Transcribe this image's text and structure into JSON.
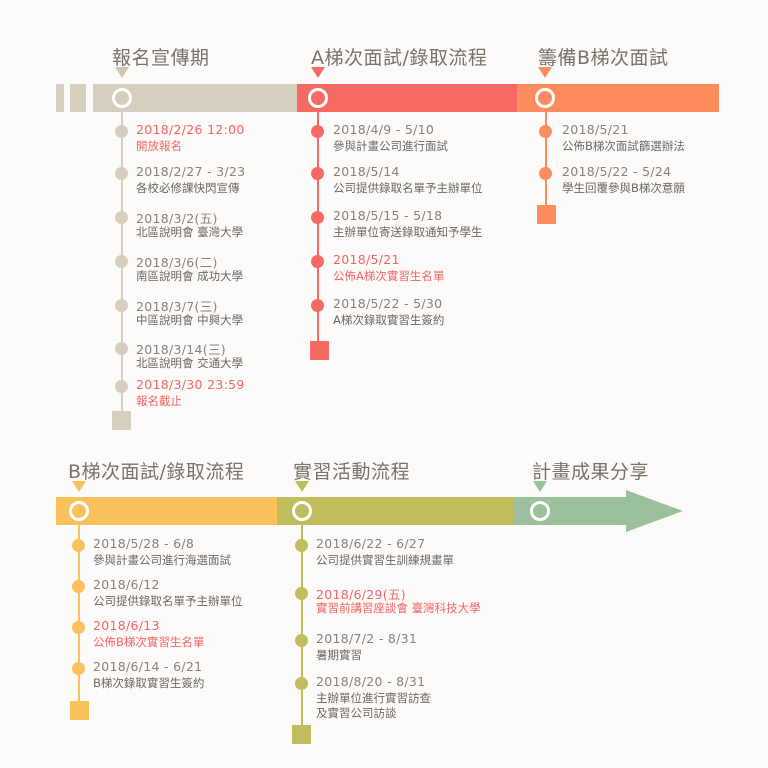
{
  "colors": {
    "tan": "#d6cfbe",
    "red": "#f76a64",
    "orange": "#fd8c5e",
    "yellow": "#fbc15d",
    "olive": "#c1bd5d",
    "green": "#9cbf9c",
    "highlight": "#f26462"
  },
  "phases": [
    {
      "title": "報名宣傳期",
      "color": "tan",
      "events": [
        {
          "date": "2018/2/26 12:00",
          "desc": "開放報名",
          "highlight": true
        },
        {
          "date": "2018/2/27 - 3/23",
          "desc": "各校必修課快閃宣傳",
          "highlight": false
        },
        {
          "date": "2018/3/2(五)",
          "desc": "北區說明會 臺灣大學",
          "highlight": false
        },
        {
          "date": "2018/3/6(二)",
          "desc": "南區說明會 成功大學",
          "highlight": false
        },
        {
          "date": "2018/3/7(三)",
          "desc": "中區說明會 中興大學",
          "highlight": false
        },
        {
          "date": "2018/3/14(三)",
          "desc": "北區說明會 交通大學",
          "highlight": false
        },
        {
          "date": "2018/3/30 23:59",
          "desc": "報名截止",
          "highlight": true
        }
      ]
    },
    {
      "title": "A梯次面試/錄取流程",
      "color": "red",
      "events": [
        {
          "date": "2018/4/9 - 5/10",
          "desc": "參與計畫公司進行面試",
          "highlight": false
        },
        {
          "date": "2018/5/14",
          "desc": "公司提供錄取名單予主辦單位",
          "highlight": false
        },
        {
          "date": "2018/5/15 - 5/18",
          "desc": "主辦單位寄送錄取通知予學生",
          "highlight": false
        },
        {
          "date": "2018/5/21",
          "desc": "公佈A梯次實習生名單",
          "highlight": true
        },
        {
          "date": "2018/5/22 - 5/30",
          "desc": "A梯次錄取實習生簽約",
          "highlight": false
        }
      ]
    },
    {
      "title": "籌備B梯次面試",
      "color": "orange",
      "events": [
        {
          "date": "2018/5/21",
          "desc": "公佈B梯次面試篩選辦法",
          "highlight": false
        },
        {
          "date": "2018/5/22 - 5/24",
          "desc": "學生回覆參與B梯次意願",
          "highlight": false
        }
      ]
    },
    {
      "title": "B梯次面試/錄取流程",
      "color": "yellow",
      "events": [
        {
          "date": "2018/5/28 - 6/8",
          "desc": "參與計畫公司進行海選面試",
          "highlight": false
        },
        {
          "date": "2018/6/12",
          "desc": "公司提供錄取名單予主辦單位",
          "highlight": false
        },
        {
          "date": "2018/6/13",
          "desc": "公佈B梯次實習生名單",
          "highlight": true
        },
        {
          "date": "2018/6/14 - 6/21",
          "desc": "B梯次錄取實習生簽約",
          "highlight": false
        }
      ]
    },
    {
      "title": "實習活動流程",
      "color": "olive",
      "events": [
        {
          "date": "2018/6/22 - 6/27",
          "desc": "公司提供實習生訓練規畫單",
          "highlight": false
        },
        {
          "date": "2018/6/29(五)",
          "desc": "實習前講習座談會 臺灣科技大學",
          "highlight": true
        },
        {
          "date": "2018/7/2 - 8/31",
          "desc": "暑期實習",
          "highlight": false
        },
        {
          "date": "2018/8/20 - 8/31",
          "desc": "主辦單位進行實習訪查",
          "desc2": "及實習公司訪談",
          "highlight": false
        }
      ]
    },
    {
      "title": "計畫成果分享",
      "color": "green",
      "events": []
    }
  ]
}
